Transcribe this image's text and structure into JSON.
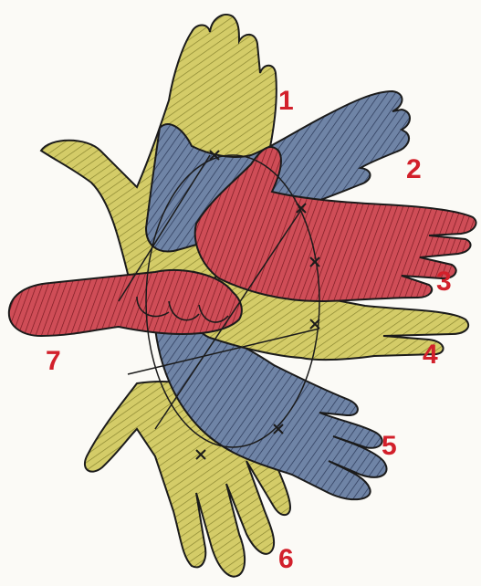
{
  "figure": {
    "colors": {
      "yellow_hand": "#d4cc68",
      "blue_hand": "#6f84a6",
      "red_hand": "#cf4d57",
      "outline": "#1b1b1b",
      "labels": "#d2202b",
      "background": "#fbfaf6"
    },
    "labels": [
      "1",
      "2",
      "3",
      "4",
      "5",
      "6",
      "7"
    ],
    "marker_symbol": "x"
  }
}
